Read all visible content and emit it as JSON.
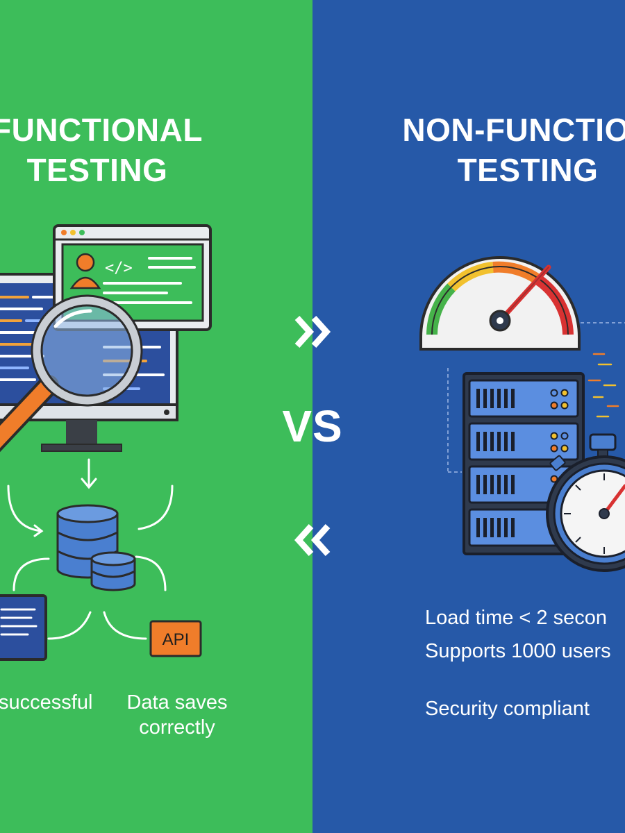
{
  "left": {
    "title_line1": "FUNCTIONAL",
    "title_line2": "TESTING",
    "code_tag": "</>",
    "api_label": "API",
    "caption_login": "successful",
    "caption_data_line1": "Data saves",
    "caption_data_line2": "correctly",
    "background": "#3dbd5a"
  },
  "center": {
    "vs_label": "VS"
  },
  "right": {
    "title_line1": "NON-FUNCTION",
    "title_line2": "TESTING",
    "metric_load_time": "Load time < 2 secon",
    "metric_users": "Supports 1000 users",
    "metric_security": "Security compliant",
    "background": "#2659a8"
  },
  "colors": {
    "accent_orange": "#f07d2a",
    "db_blue": "#4a7fd0",
    "gauge_red": "#d83232",
    "gauge_yellow": "#f2c12e",
    "gauge_green": "#46b24a"
  }
}
